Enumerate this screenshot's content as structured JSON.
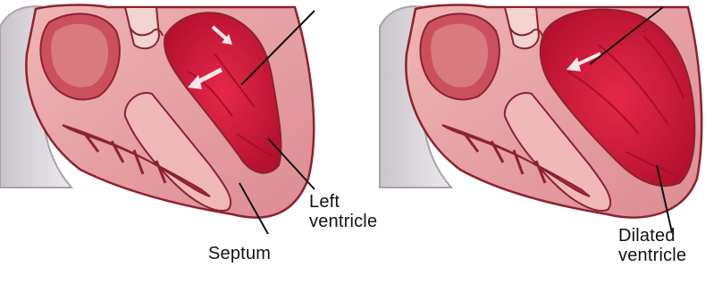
{
  "labels": {
    "left_ventricle_line1": "Left",
    "left_ventricle_line2": "ventricle",
    "septum": "Septum",
    "dilated_line1": "Dilated",
    "dilated_line2": "ventricle"
  },
  "colors": {
    "outer_wall": "#e8a0a4",
    "wall_outline": "#8c2230",
    "chamber": "#d81a3c",
    "chamber_dark": "#a80e2a",
    "septum": "#f0b8b6",
    "vessel": "#f4d4d0",
    "grey_tissue": "#d6d2d6",
    "arrow": "#f8e8ea",
    "leader": "#111111"
  },
  "icons": [
    "normal-heart-cross-section",
    "dilated-heart-cross-section"
  ]
}
